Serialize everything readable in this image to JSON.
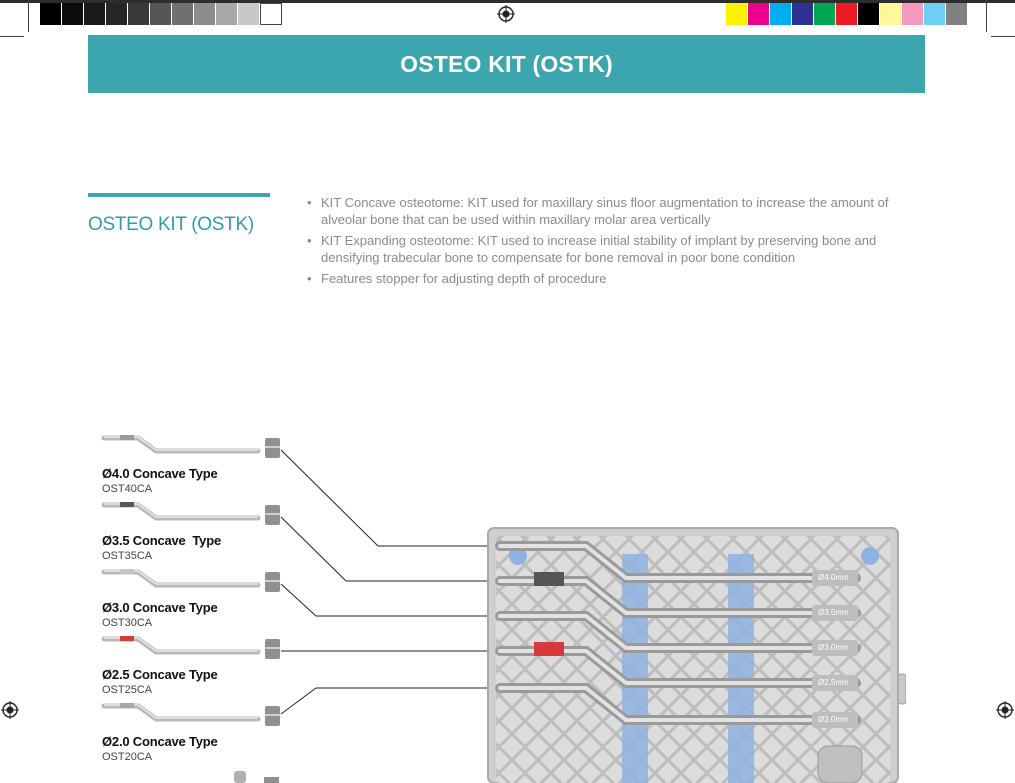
{
  "banner": {
    "title": "OSTEO KIT (OSTK)"
  },
  "section": {
    "title": "OSTEO KIT (OSTK)",
    "bullets": [
      "KIT Concave osteotome: KIT used for maxillary sinus floor augmentation to increase the amount of alveolar bone that can be used within maxillary molar area vertically",
      "KIT Expanding osteotome: KIT used to increase initial stability of implant by preserving bone and densifying trabecular bone to compensate for bone removal in poor bone condition",
      "Features stopper for adjusting depth of procedure"
    ]
  },
  "instruments": [
    {
      "name": "Ø4.0 Concave Type",
      "code": "OST40CA"
    },
    {
      "name": "Ø3.5 Concave  Type",
      "code": "OST35CA"
    },
    {
      "name": "Ø3.0 Concave Type",
      "code": "OST30CA"
    },
    {
      "name": "Ø2.5 Concave Type",
      "code": "OST25CA"
    },
    {
      "name": "Ø2.0 Concave Type",
      "code": "OST20CA"
    }
  ],
  "tray_labels": [
    "Ø4.0mm",
    "Ø3.5mm",
    "Ø3.0mm",
    "Ø2.5mm",
    "Ø2.0mm"
  ],
  "colors": {
    "accent": "#3ba6ad",
    "text_gray": "#8a8a8a",
    "tray_blue": "#8fb3e0",
    "tip_red": "#d63a3a"
  },
  "print_marks": {
    "gray_ramp": [
      "#000000",
      "#0d0d0d",
      "#1a1a1a",
      "#262626",
      "#3a3a3a",
      "#555555",
      "#707070",
      "#8c8c8c",
      "#a8a8a8",
      "#c8c8c8",
      "#ffffff"
    ],
    "color_bar": [
      "#fff200",
      "#ec008c",
      "#00aeef",
      "#2e3192",
      "#00a651",
      "#ed1c24",
      "#000000",
      "#fff799",
      "#f49ac1",
      "#6dcff6",
      "#808080"
    ]
  }
}
